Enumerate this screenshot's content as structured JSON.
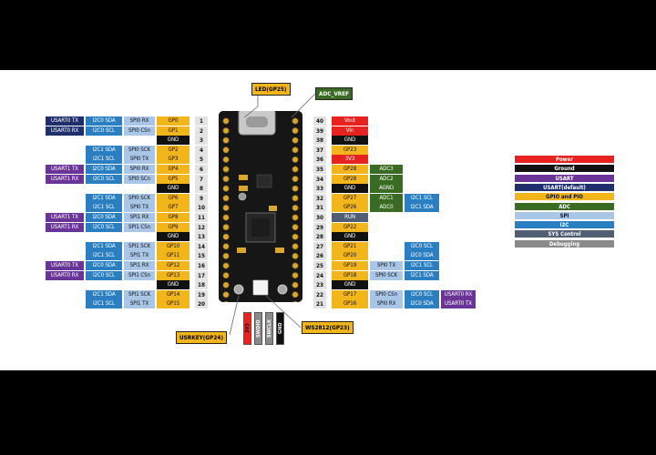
{
  "colors": {
    "power": "#e8231f",
    "ground": "#111111",
    "uart": "#6a3397",
    "uart_default": "#1f2f6e",
    "gpio": "#f2b51a",
    "adc": "#3a6b23",
    "spi": "#a9c6e8",
    "i2c": "#2a7fc2",
    "sys": "#4f5e73",
    "debug": "#8a8a8a",
    "pinnum_bg": "#e3e3e3"
  },
  "callouts": {
    "led": "LED(GP25)",
    "adc_vref": "ADC_VREF",
    "usrkey": "USRKEY(GP24)",
    "ws2812": "WS2812(GP23)"
  },
  "debug_pins": [
    "3V3",
    "SWDIO",
    "SWCLK",
    "GND"
  ],
  "legend": [
    {
      "label": "Power",
      "kind": "power"
    },
    {
      "label": "Ground",
      "kind": "ground"
    },
    {
      "label": "USART",
      "kind": "uart"
    },
    {
      "label": "USART(default)",
      "kind": "uart_default"
    },
    {
      "label": "GPIO and PIO",
      "kind": "gpio"
    },
    {
      "label": "ADC",
      "kind": "adc"
    },
    {
      "label": "SPI",
      "kind": "spi"
    },
    {
      "label": "I2C",
      "kind": "i2c"
    },
    {
      "label": "SYS Control",
      "kind": "sys"
    },
    {
      "label": "Debugging",
      "kind": "debug"
    }
  ],
  "left_pins": [
    {
      "num": "1",
      "cells": [
        [
          "USART0 TX",
          "uart_default"
        ],
        [
          "I2C0 SDA",
          "i2c"
        ],
        [
          "SPI0 RX",
          "spi"
        ],
        [
          "GP0",
          "gpio"
        ]
      ]
    },
    {
      "num": "2",
      "cells": [
        [
          "USART0 RX",
          "uart_default"
        ],
        [
          "I2C0 SCL",
          "i2c"
        ],
        [
          "SPI0 CSn",
          "spi"
        ],
        [
          "GP1",
          "gpio"
        ]
      ]
    },
    {
      "num": "3",
      "cells": [
        null,
        null,
        null,
        [
          "GND",
          "ground"
        ]
      ]
    },
    {
      "num": "4",
      "cells": [
        null,
        [
          "I2C1 SDA",
          "i2c"
        ],
        [
          "SPI0 SCK",
          "spi"
        ],
        [
          "GP2",
          "gpio"
        ]
      ]
    },
    {
      "num": "5",
      "cells": [
        null,
        [
          "I2C1 SCL",
          "i2c"
        ],
        [
          "SPI0 TX",
          "spi"
        ],
        [
          "GP3",
          "gpio"
        ]
      ]
    },
    {
      "num": "6",
      "cells": [
        [
          "USART1 TX",
          "uart"
        ],
        [
          "I2C0 SDA",
          "i2c"
        ],
        [
          "SPI0 RX",
          "spi"
        ],
        [
          "GP4",
          "gpio"
        ]
      ]
    },
    {
      "num": "7",
      "cells": [
        [
          "USART1 RX",
          "uart"
        ],
        [
          "I2C0 SCL",
          "i2c"
        ],
        [
          "SPI0 SCn",
          "spi"
        ],
        [
          "GP5",
          "gpio"
        ]
      ]
    },
    {
      "num": "8",
      "cells": [
        null,
        null,
        null,
        [
          "GND",
          "ground"
        ]
      ]
    },
    {
      "num": "9",
      "cells": [
        null,
        [
          "I2C1 SDA",
          "i2c"
        ],
        [
          "SPI0 SCK",
          "spi"
        ],
        [
          "GP6",
          "gpio"
        ]
      ]
    },
    {
      "num": "10",
      "cells": [
        null,
        [
          "I2C1 SCL",
          "i2c"
        ],
        [
          "SPI0 TX",
          "spi"
        ],
        [
          "GP7",
          "gpio"
        ]
      ]
    },
    {
      "num": "11",
      "cells": [
        [
          "USART1 TX",
          "uart"
        ],
        [
          "I2C0 SDA",
          "i2c"
        ],
        [
          "SPI1 RX",
          "spi"
        ],
        [
          "GP8",
          "gpio"
        ]
      ]
    },
    {
      "num": "12",
      "cells": [
        [
          "USART1 RX",
          "uart"
        ],
        [
          "I2C0 SCL",
          "i2c"
        ],
        [
          "SPI1 CSn",
          "spi"
        ],
        [
          "GP9",
          "gpio"
        ]
      ]
    },
    {
      "num": "13",
      "cells": [
        null,
        null,
        null,
        [
          "GND",
          "ground"
        ]
      ]
    },
    {
      "num": "14",
      "cells": [
        null,
        [
          "I2C1 SDA",
          "i2c"
        ],
        [
          "SPI1 SCK",
          "spi"
        ],
        [
          "GP10",
          "gpio"
        ]
      ]
    },
    {
      "num": "15",
      "cells": [
        null,
        [
          "I2C1 SCL",
          "i2c"
        ],
        [
          "SPI1 TX",
          "spi"
        ],
        [
          "GP11",
          "gpio"
        ]
      ]
    },
    {
      "num": "16",
      "cells": [
        [
          "USART0 TX",
          "uart"
        ],
        [
          "I2C0 SDA",
          "i2c"
        ],
        [
          "SPI1 RX",
          "spi"
        ],
        [
          "GP12",
          "gpio"
        ]
      ]
    },
    {
      "num": "17",
      "cells": [
        [
          "USART0 RX",
          "uart"
        ],
        [
          "I2C0 SCL",
          "i2c"
        ],
        [
          "SPI1 CSn",
          "spi"
        ],
        [
          "GP13",
          "gpio"
        ]
      ]
    },
    {
      "num": "18",
      "cells": [
        null,
        null,
        null,
        [
          "GND",
          "ground"
        ]
      ]
    },
    {
      "num": "19",
      "cells": [
        null,
        [
          "I2C1 SDA",
          "i2c"
        ],
        [
          "SPI1 SCK",
          "spi"
        ],
        [
          "GP14",
          "gpio"
        ]
      ]
    },
    {
      "num": "20",
      "cells": [
        null,
        [
          "I2C1 SCL",
          "i2c"
        ],
        [
          "SPI1 TX",
          "spi"
        ],
        [
          "GP15",
          "gpio"
        ]
      ]
    }
  ],
  "right_pins": [
    {
      "num": "40",
      "cells": [
        [
          "Vout",
          "power"
        ],
        null,
        null,
        null
      ]
    },
    {
      "num": "39",
      "cells": [
        [
          "Vin",
          "power"
        ],
        null,
        null,
        null
      ]
    },
    {
      "num": "38",
      "cells": [
        [
          "GND",
          "ground"
        ],
        null,
        null,
        null
      ]
    },
    {
      "num": "37",
      "cells": [
        [
          "GP23",
          "gpio"
        ],
        null,
        null,
        null
      ]
    },
    {
      "num": "36",
      "cells": [
        [
          "3V3",
          "power"
        ],
        null,
        null,
        null
      ]
    },
    {
      "num": "35",
      "cells": [
        [
          "GP28",
          "gpio"
        ],
        [
          "ADC3",
          "adc"
        ],
        null,
        null
      ]
    },
    {
      "num": "34",
      "cells": [
        [
          "GP28",
          "gpio"
        ],
        [
          "ADC2",
          "adc"
        ],
        null,
        null
      ]
    },
    {
      "num": "33",
      "cells": [
        [
          "GND",
          "ground"
        ],
        [
          "AGND",
          "adc"
        ],
        null,
        null
      ]
    },
    {
      "num": "32",
      "cells": [
        [
          "GP27",
          "gpio"
        ],
        [
          "ADC1",
          "adc"
        ],
        [
          "I2C1 SCL",
          "i2c"
        ],
        null
      ]
    },
    {
      "num": "31",
      "cells": [
        [
          "GP26",
          "gpio"
        ],
        [
          "ADC0",
          "adc"
        ],
        [
          "I2C1 SDA",
          "i2c"
        ],
        null
      ]
    },
    {
      "num": "30",
      "cells": [
        [
          "RUN",
          "sys"
        ],
        null,
        null,
        null
      ]
    },
    {
      "num": "29",
      "cells": [
        [
          "GP22",
          "gpio"
        ],
        null,
        null,
        null
      ]
    },
    {
      "num": "28",
      "cells": [
        [
          "GND",
          "ground"
        ],
        null,
        null,
        null
      ]
    },
    {
      "num": "27",
      "cells": [
        [
          "GP21",
          "gpio"
        ],
        null,
        [
          "I2C0 SCL",
          "i2c"
        ],
        null
      ]
    },
    {
      "num": "26",
      "cells": [
        [
          "GP20",
          "gpio"
        ],
        null,
        [
          "I2C0 SDA",
          "i2c"
        ],
        null
      ]
    },
    {
      "num": "25",
      "cells": [
        [
          "GP19",
          "gpio"
        ],
        [
          "SPI0 TX",
          "spi"
        ],
        [
          "I2C1 SCL",
          "i2c"
        ],
        null
      ]
    },
    {
      "num": "24",
      "cells": [
        [
          "GP18",
          "gpio"
        ],
        [
          "SPI0 SCK",
          "spi"
        ],
        [
          "I2C1 SDA",
          "i2c"
        ],
        null
      ]
    },
    {
      "num": "23",
      "cells": [
        [
          "GND",
          "ground"
        ],
        null,
        null,
        null
      ]
    },
    {
      "num": "22",
      "cells": [
        [
          "GP17",
          "gpio"
        ],
        [
          "SPI0 CSn",
          "spi"
        ],
        [
          "I2C0 SCL",
          "i2c"
        ],
        [
          "USART0 RX",
          "uart"
        ]
      ]
    },
    {
      "num": "21",
      "cells": [
        [
          "GP16",
          "gpio"
        ],
        [
          "SPI0 RX",
          "spi"
        ],
        [
          "I2C0 SDA",
          "i2c"
        ],
        [
          "USART0 TX",
          "uart"
        ]
      ]
    }
  ]
}
